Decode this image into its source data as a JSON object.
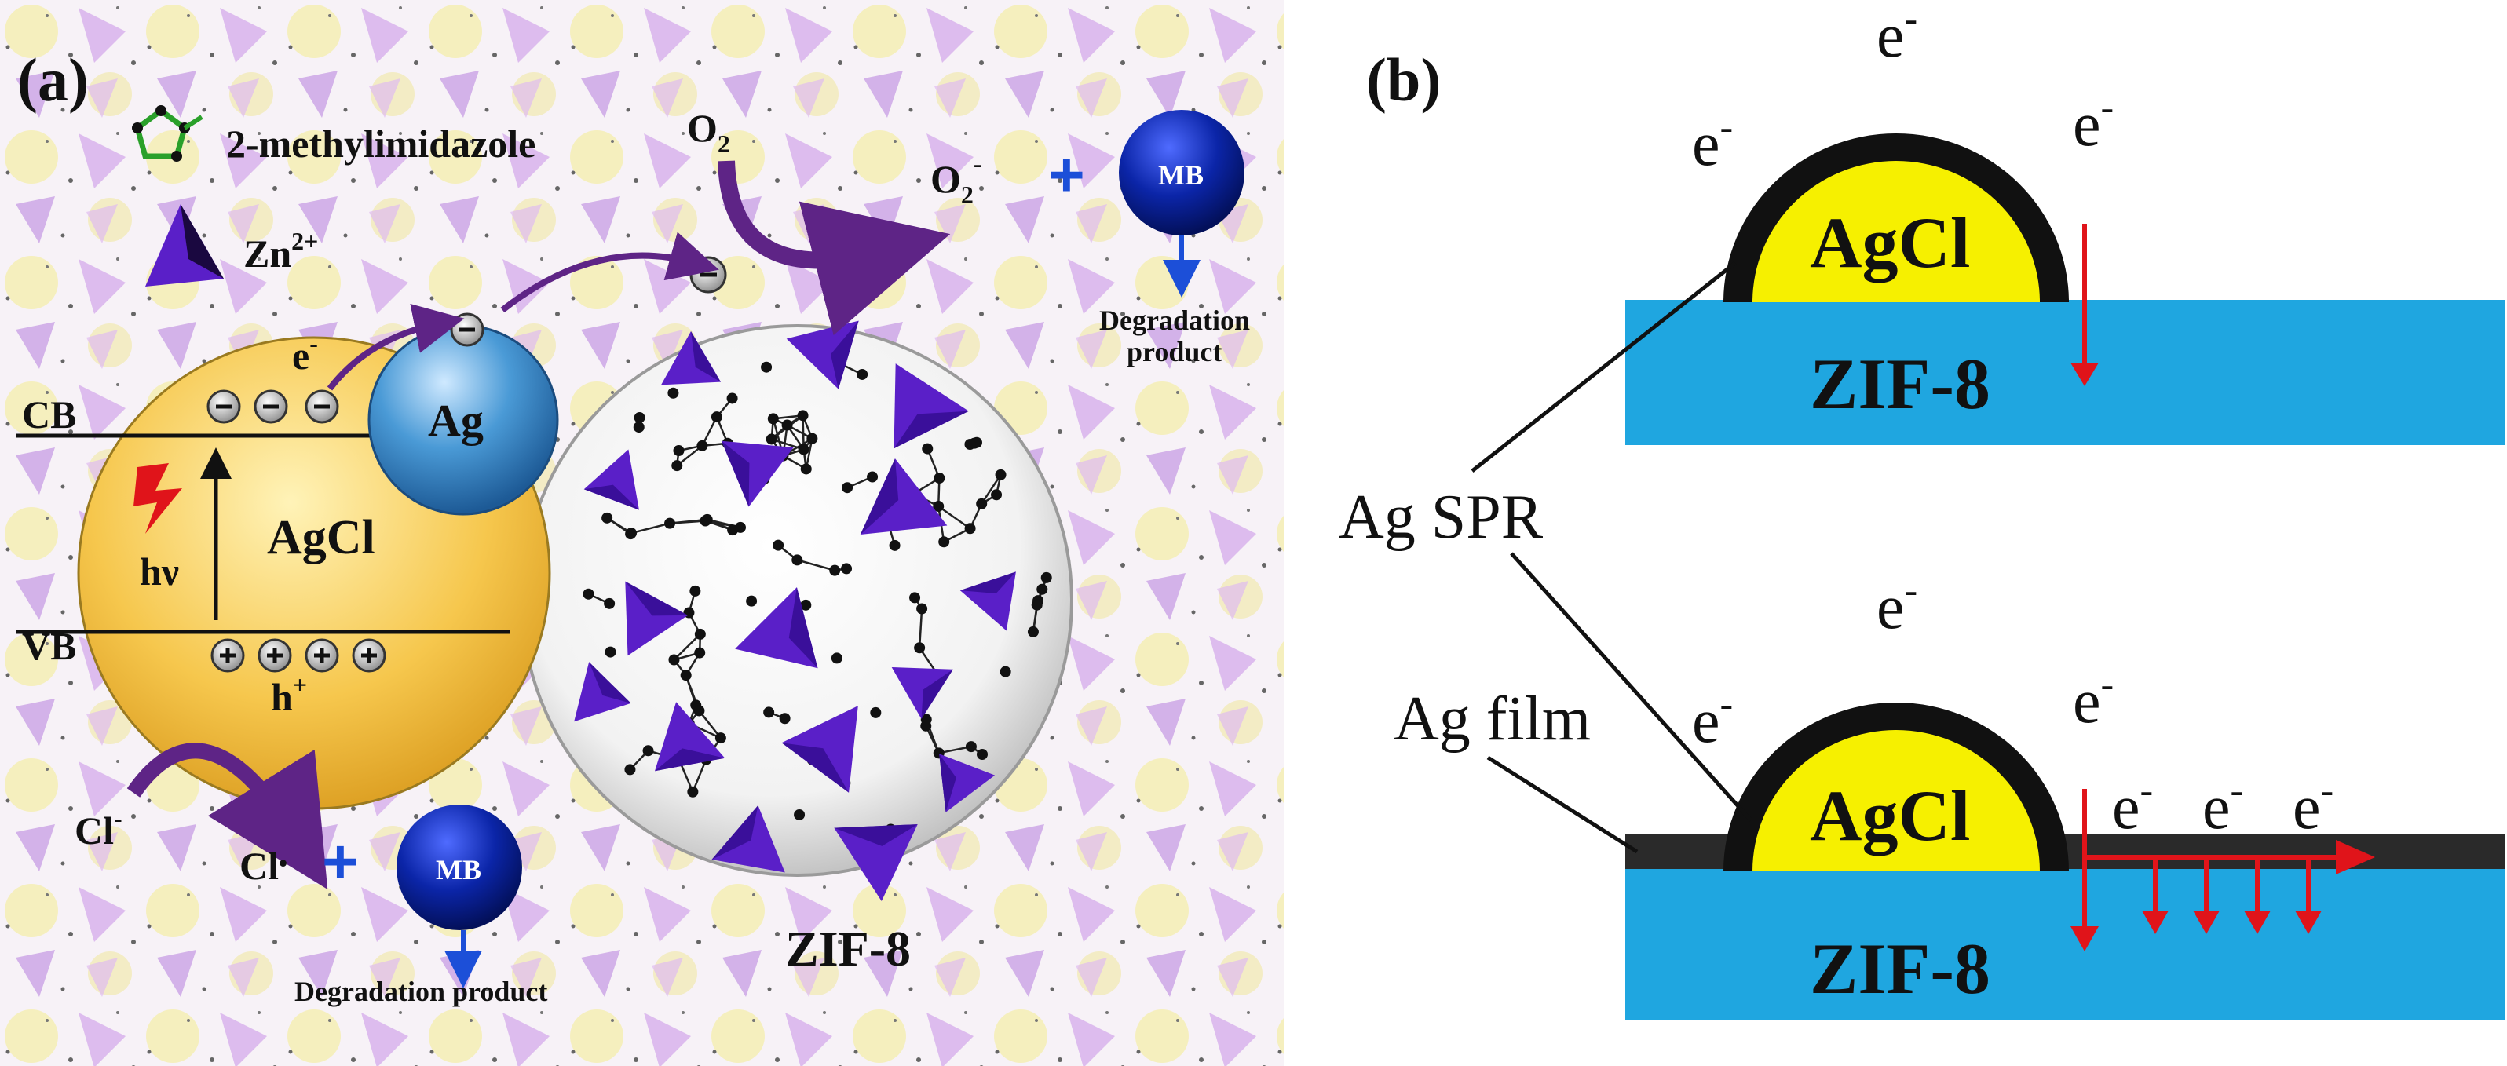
{
  "panel_a": {
    "label": "(a)",
    "legend": {
      "ligand": "2-methylimidazole",
      "metal": "Zn",
      "metal_sup": "2+"
    },
    "band": {
      "cb": "CB",
      "vb": "VB",
      "material": "AgCl",
      "photon": "hν",
      "electron": "e",
      "electron_sup": "-",
      "hole": "h",
      "hole_sup": "+"
    },
    "silver": "Ag",
    "framework": "ZIF-8",
    "oxygen": {
      "reactant": "O",
      "reactant_sub": "2",
      "product": "O",
      "product_sub": "2",
      "product_sup": "-"
    },
    "chloride": {
      "ion": "Cl",
      "ion_sup": "-",
      "radical": "Cl",
      "radical_sup": "•"
    },
    "dye": "MB",
    "plus": "+",
    "degradation_right": [
      "Degradation",
      "product"
    ],
    "degradation_bottom": "Degradation product"
  },
  "panel_b": {
    "label": "(b)",
    "top": {
      "particle": "AgCl",
      "substrate": "ZIF-8",
      "electron": "e",
      "electron_sup": "-"
    },
    "bottom": {
      "particle": "AgCl",
      "substrate": "ZIF-8",
      "electron": "e",
      "electron_sup": "-"
    },
    "ag_spr": "Ag SPR",
    "ag_film": "Ag  film"
  },
  "colors": {
    "agcl_yellow": "#f6f000",
    "zif_blue": "#1fa6e0",
    "band_gold": "#f2c24a",
    "ag_blue": "#3e8fcf",
    "tetra_purple": "#5a1fc8",
    "mb_navy": "#0b1f8c",
    "arrow_red": "#e0141a",
    "arrow_purple": "#5e2486",
    "plus_blue": "#1c4fd8"
  }
}
